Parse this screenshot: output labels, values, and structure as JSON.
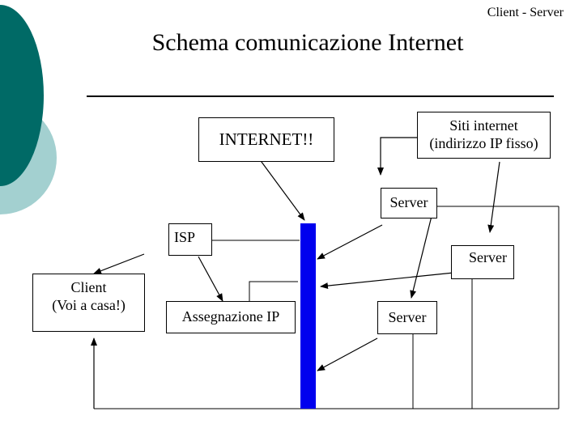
{
  "header": {
    "section": "Client - Server"
  },
  "title": "Schema comunicazione Internet",
  "colors": {
    "backbone": "#0000ee",
    "decor_dark": "#006a66",
    "decor_light": "#a3d0d0",
    "line": "#000000"
  },
  "nodes": {
    "internet": "INTERNET!!",
    "siti": {
      "line1": "Siti internet",
      "line2": "(indirizzo IP fisso)"
    },
    "server_top": "Server",
    "isp": "ISP",
    "server_mid": "Server",
    "client": {
      "line1": "Client",
      "line2": "(Voi a casa!)"
    },
    "assegnazione": "Assegnazione IP",
    "server_bottom": "Server"
  }
}
